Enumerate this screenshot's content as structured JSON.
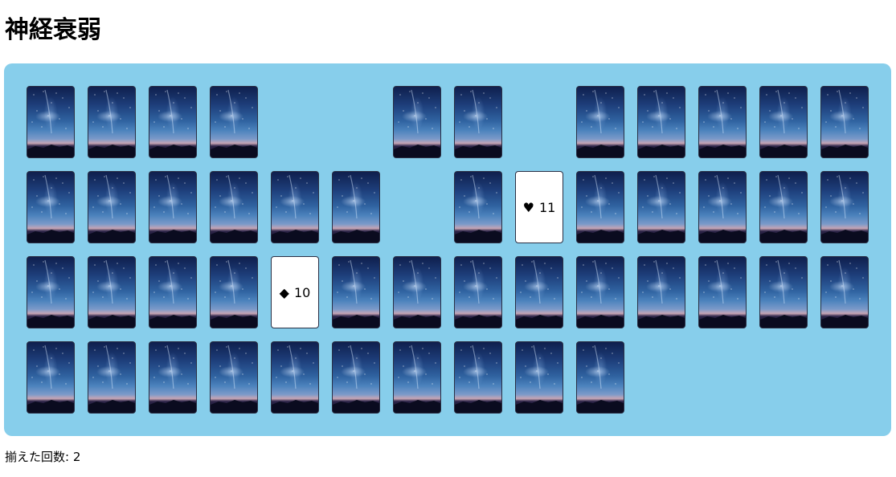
{
  "title": "神経衰弱",
  "score": {
    "label": "揃えた回数:",
    "value": "2"
  },
  "board": {
    "background_color": "#87ceeb",
    "rows": [
      [
        "back",
        "back",
        "back",
        "back",
        "empty",
        "empty",
        "back",
        "back",
        "empty",
        "back",
        "back",
        "back",
        "back",
        "back"
      ],
      [
        "back",
        "back",
        "back",
        "back",
        "back",
        "back",
        "empty",
        "back",
        "face:0",
        "back",
        "back",
        "back",
        "back",
        "back"
      ],
      [
        "back",
        "back",
        "back",
        "back",
        "face:1",
        "back",
        "back",
        "back",
        "back",
        "back",
        "back",
        "back",
        "back",
        "back"
      ],
      [
        "back",
        "back",
        "back",
        "back",
        "back",
        "back",
        "back",
        "back",
        "back",
        "back",
        "empty",
        "empty",
        "empty",
        "empty"
      ]
    ],
    "faces": [
      {
        "suit": "♥",
        "suit_icon": "heart-icon",
        "rank": "11"
      },
      {
        "suit": "◆",
        "suit_icon": "diamond-icon",
        "rank": "10"
      }
    ]
  }
}
